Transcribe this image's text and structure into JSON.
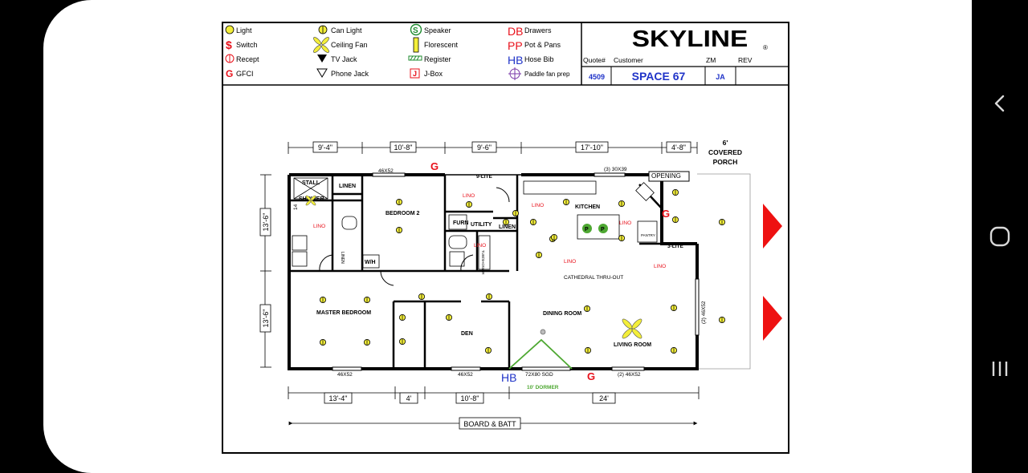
{
  "legend": {
    "col1": [
      "Light",
      "Switch",
      "Recept",
      "GFCI"
    ],
    "col2": [
      "Can Light",
      "Ceiling Fan",
      "TV Jack",
      "Phone Jack"
    ],
    "col3": [
      "Speaker",
      "Florescent",
      "Register",
      "J-Box"
    ],
    "col4": [
      "Drawers",
      "Pot & Pans",
      "Hose Bib",
      "Paddle fan prep"
    ],
    "codes": {
      "drawers": "DB",
      "pots": "PP",
      "hose": "HB",
      "switch": "$",
      "gfci": "G",
      "jbox": "J",
      "speaker": "S"
    }
  },
  "titleblock": {
    "logo": "SKYLINE",
    "logo_mark": "®",
    "headers": [
      "Quote#",
      "Customer",
      "ZM",
      "REV"
    ],
    "quote": "4509",
    "customer": "SPACE 67",
    "zm": "JA",
    "rev": ""
  },
  "dims": {
    "top": [
      "9'-4\"",
      "10'-8\"",
      "9'-6\"",
      "17'-10\"",
      "4'-8\""
    ],
    "bottom": [
      "13'-4\"",
      "4'",
      "10'-8\"",
      "24'"
    ],
    "left": [
      "13'-6\"",
      "13'-6\""
    ],
    "porch": [
      "6'",
      "COVERED",
      "PORCH"
    ],
    "board": "BOARD & BATT"
  },
  "rooms": {
    "stall": "STALL",
    "shower": "SHOWER",
    "linen1": "LINEN",
    "bedroom2": "BEDROOM 2",
    "utility": "UTILITY",
    "furn": "FURN",
    "linen2": "LINEN",
    "kitchen": "KITCHEN",
    "master": "MASTER BEDROOM",
    "den": "DEN",
    "dining": "DINING ROOM",
    "living": "LIVING ROOM",
    "wh": "W/H",
    "pantry": "PANTRY",
    "tub": "TUB/SHOWER"
  },
  "labels": {
    "lino": "LINO",
    "w46x52": "46X52",
    "nine_lite": "9-LITE",
    "three_lite": "3-LITE",
    "w3_30x39": "(3) 30X39",
    "opening": "OPENING",
    "cathedral": "CATHEDRAL THRU-OUT",
    "sgd": "72X80 SGD",
    "dormer": "10' DORMER",
    "w2_46x52": "(2) 46X52",
    "fourteen": "14",
    "p": "P",
    "hb": "HB",
    "g": "G"
  },
  "colors": {
    "red": "#e8101a",
    "blue": "#1f33c8",
    "yellow": "#f3ee3a",
    "green": "#4ea832",
    "porch_arrow": "#ee1111"
  }
}
